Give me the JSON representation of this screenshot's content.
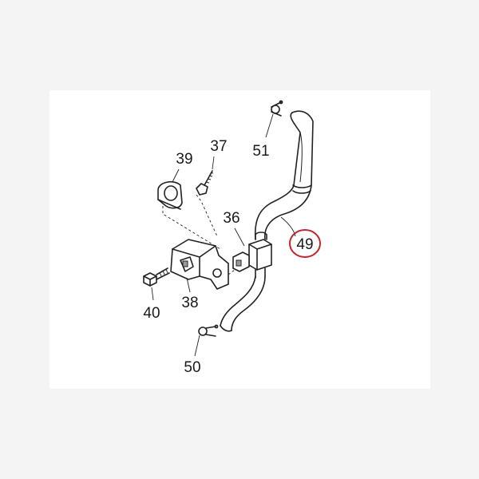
{
  "callouts": {
    "p36": "36",
    "p37": "37",
    "p38": "38",
    "p39": "39",
    "p40": "40",
    "p49": "49",
    "p50": "50",
    "p51": "51"
  },
  "highlight": {
    "part": "49",
    "ring_color": "#c0262d"
  },
  "colors": {
    "page_bg": "#f4f4f4",
    "panel_bg": "#ffffff",
    "ink": "#1a1a1a"
  }
}
